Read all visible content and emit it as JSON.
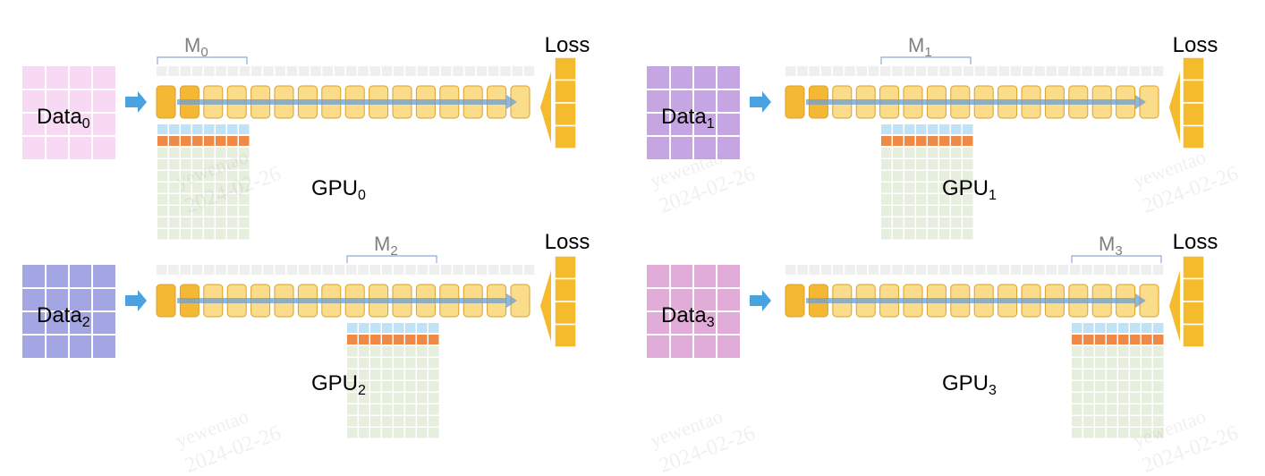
{
  "loss_label": "Loss",
  "colors": {
    "layer_fill": "#fbdc8a",
    "layer_active": "#f4b835",
    "layer_stroke": "#d9a227",
    "flow_arrow": "#6d9fd0",
    "input_arrow": "#4aa3e0",
    "loss_fill": "#f4bb2c",
    "placeholder_cell": "#efefef",
    "shard_light": "#bfe2f6",
    "shard_orange": "#ee8a45",
    "shard_green": "#e6eedd",
    "bracket": "#8ea9d8",
    "bracket_label": "#7f7f7f"
  },
  "panels": [
    {
      "id": "gpu0",
      "data_main": "Data",
      "data_sub": "0",
      "gpu_main": "GPU",
      "gpu_sub": "0",
      "shard_main": "M",
      "shard_sub": "0",
      "data_color": "#f8d9f3",
      "shard_index": 0,
      "has_arrow_tip": true
    },
    {
      "id": "gpu1",
      "data_main": "Data",
      "data_sub": "1",
      "gpu_main": "GPU",
      "gpu_sub": "1",
      "shard_main": "M",
      "shard_sub": "1",
      "data_color": "#c5a6e3",
      "shard_index": 1,
      "has_arrow_tip": true
    },
    {
      "id": "gpu2",
      "data_main": "Data",
      "data_sub": "2",
      "gpu_main": "GPU",
      "gpu_sub": "2",
      "shard_main": "M",
      "shard_sub": "2",
      "data_color": "#a4a6e3",
      "shard_index": 2,
      "has_arrow_tip": false
    },
    {
      "id": "gpu3",
      "data_main": "Data",
      "data_sub": "3",
      "gpu_main": "GPU",
      "gpu_sub": "3",
      "shard_main": "M",
      "shard_sub": "3",
      "data_color": "#e2acd8",
      "shard_index": 3,
      "has_arrow_tip": false
    }
  ],
  "watermark": {
    "line1": "yewentao",
    "line2": "2024-02-26"
  }
}
